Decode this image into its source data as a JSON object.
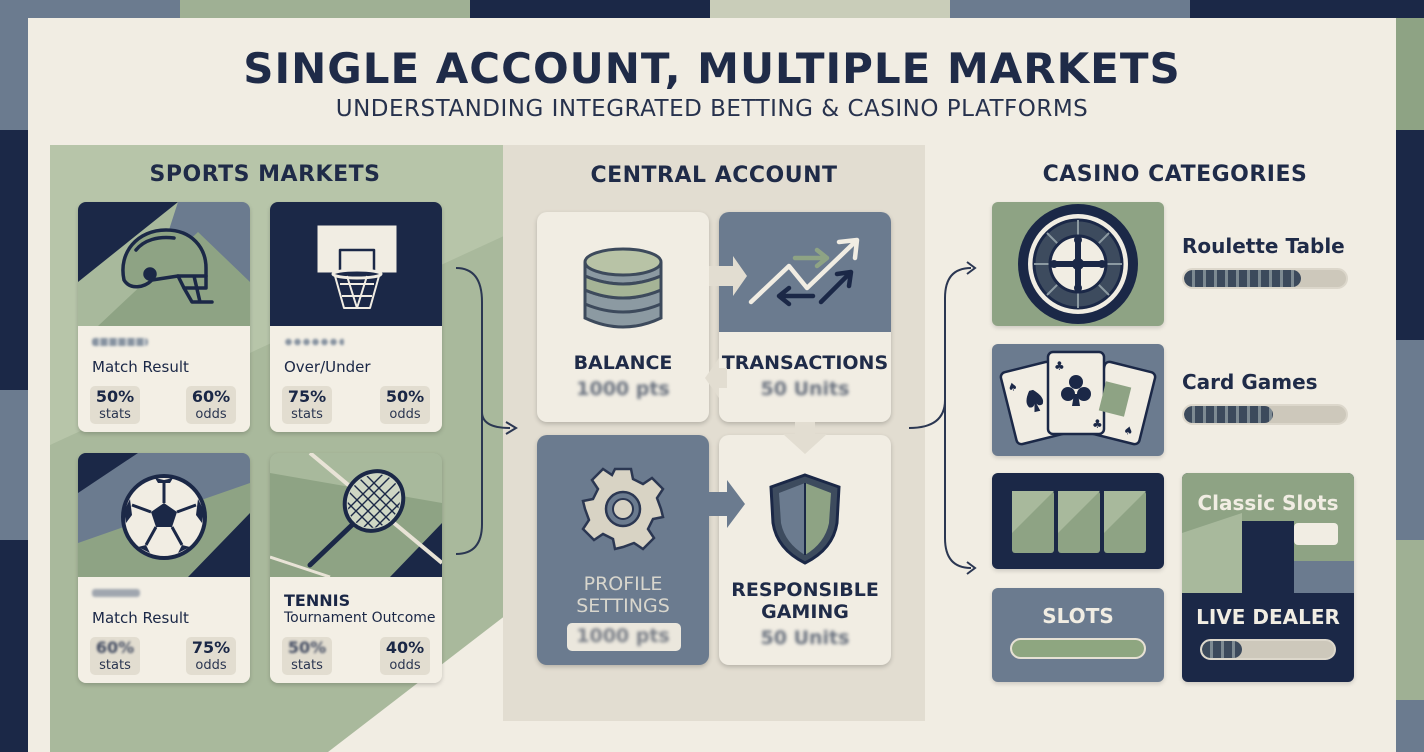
{
  "header": {
    "title": "SINGLE ACCOUNT, MULTIPLE MARKETS",
    "subtitle": "UNDERSTANDING INTEGRATED BETTING & CASINO PLATFORMS"
  },
  "sports": {
    "heading": "SPORTS MARKETS",
    "cards": [
      {
        "icon": "football-helmet-icon",
        "market": "Match Result",
        "stat_value": "50%",
        "stat_label": "stats",
        "odds_value": "60%",
        "odds_label": "odds"
      },
      {
        "icon": "basketball-hoop-icon",
        "market": "Over/Under",
        "stat_value": "75%",
        "stat_label": "stats",
        "odds_value": "50%",
        "odds_label": "odds"
      },
      {
        "icon": "soccer-ball-icon",
        "market": "Match Result",
        "stat_value": "60%",
        "stat_label": "stats",
        "odds_value": "75%",
        "odds_label": "odds"
      },
      {
        "icon": "tennis-racket-icon",
        "sport": "TENNIS",
        "market": "Tournament Outcome",
        "stat_value": "50%",
        "stat_label": "stats",
        "odds_value": "40%",
        "odds_label": "odds"
      }
    ]
  },
  "account": {
    "heading": "CENTRAL ACCOUNT",
    "balance": {
      "label": "BALANCE",
      "value": "1000 pts",
      "icon": "coin-stack-icon"
    },
    "transactions": {
      "label": "TRANSACTIONS",
      "value": "50 Units",
      "icon": "exchange-arrows-icon"
    },
    "profile": {
      "label_line1": "PROFILE",
      "label_line2": "SETTINGS",
      "value": "1000 pts",
      "icon": "gear-icon"
    },
    "responsible": {
      "label_line1": "RESPONSIBLE",
      "label_line2": "GAMING",
      "value": "50 Units",
      "icon": "shield-icon"
    }
  },
  "casino": {
    "heading": "CASINO CATEGORIES",
    "roulette": {
      "name": "Roulette Table",
      "icon": "roulette-wheel-icon",
      "progress": 0.72
    },
    "cards": {
      "name": "Card Games",
      "icon": "playing-cards-icon",
      "progress": 0.55
    },
    "slots": {
      "name": "SLOTS",
      "icon": "slot-reels-icon",
      "progress": 1.0
    },
    "classic": {
      "name": "Classic Slots"
    },
    "live": {
      "name": "LIVE DEALER",
      "progress": 0.3
    }
  },
  "colors": {
    "navy": "#1b2847",
    "slate": "#6b7b8f",
    "sage": "#92a886",
    "cream": "#f1ede3"
  }
}
